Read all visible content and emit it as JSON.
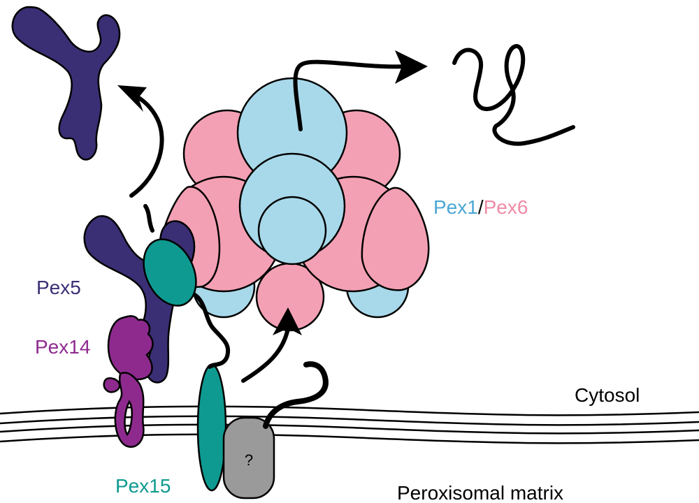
{
  "labels": {
    "pex1": "Pex1",
    "slash": "/",
    "pex6": "Pex6",
    "pex5": "Pex5",
    "pex14": "Pex14",
    "pex15": "Pex15",
    "cytosol": "Cytosol",
    "matrix": "Peroxisomal matrix",
    "unknown": "?"
  },
  "colors": {
    "pex1": "#a8d9ea",
    "pex6": "#f4a0b4",
    "pex5": "#3a2f75",
    "pex14": "#8e2a8e",
    "pex15": "#0e9a90",
    "unknown": "#9a9a9a",
    "pex1_text": "#4aa7d4",
    "pex6_text": "#f08aa6"
  }
}
